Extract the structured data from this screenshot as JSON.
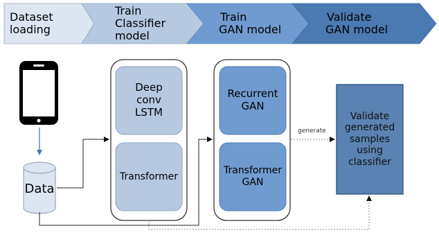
{
  "stages": [
    {
      "lines": [
        "Dataset",
        "loading"
      ],
      "fill": "#dde6f0"
    },
    {
      "lines": [
        "Train",
        "Classifier",
        "model"
      ],
      "fill": "#b6c9e0"
    },
    {
      "lines": [
        "Train",
        "GAN model"
      ],
      "fill": "#6f9bd0"
    },
    {
      "lines": [
        "Validate",
        "GAN model"
      ],
      "fill": "#4b79b2"
    }
  ],
  "source": {
    "icon": "smartphone-icon",
    "data_label": "Data"
  },
  "classifier_group": {
    "items": [
      [
        "Deep",
        "conv",
        "LSTM"
      ],
      [
        "Transformer"
      ]
    ],
    "fill": "#b6c9e0"
  },
  "gan_group": {
    "items": [
      [
        "Recurrent",
        "GAN"
      ],
      [
        "Transformer",
        "GAN"
      ]
    ],
    "fill": "#6f9bd0"
  },
  "connector_label": "generate",
  "validate_box": {
    "lines": [
      "Validate",
      "generated",
      "samples",
      "using",
      "classifier"
    ],
    "fill": "#5a82b2"
  },
  "colors": {
    "line": "#222222",
    "dotted": "#888888",
    "db_fill": "#dde6f0",
    "arrow_blue": "#4a74aa",
    "group_border": "#333333"
  }
}
